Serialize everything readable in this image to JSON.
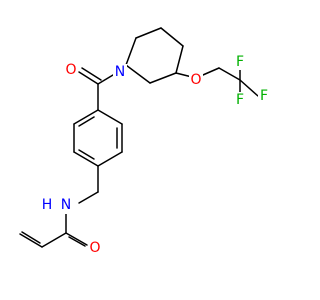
{
  "molecule": {
    "atoms": {
      "carbonyl_o": {
        "label": "O",
        "color": "#ff0000"
      },
      "ring_n": {
        "label": "N",
        "color": "#0000ff"
      },
      "ether_o": {
        "label": "O",
        "color": "#ff0000"
      },
      "f_top_left": {
        "label": "F",
        "color": "#00b000"
      },
      "f_top_right": {
        "label": "F",
        "color": "#00b000"
      },
      "f_right": {
        "label": "F",
        "color": "#00b000"
      },
      "amide_nh": {
        "label": "N",
        "h_label": "H",
        "color": "#0000ff"
      },
      "amide_o": {
        "label": "O",
        "color": "#ff0000"
      }
    }
  }
}
